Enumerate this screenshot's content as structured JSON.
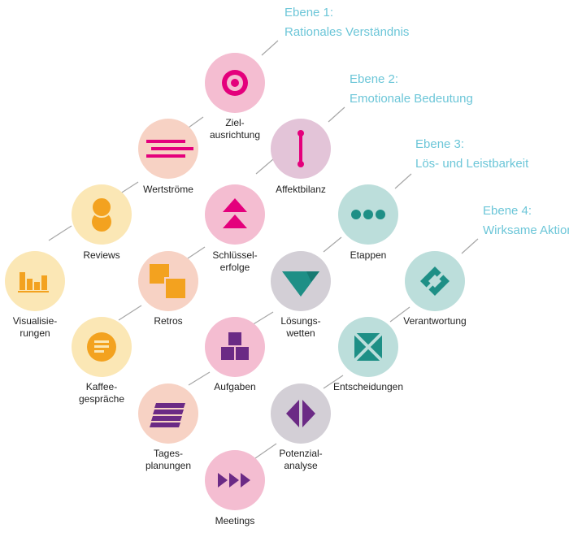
{
  "levels": [
    {
      "title": "Ebene 1:",
      "subtitle": "Rationales Verständnis"
    },
    {
      "title": "Ebene 2:",
      "subtitle": "Emotionale Bedeutung"
    },
    {
      "title": "Ebene 3:",
      "subtitle": "Lös- und Leistbarkeit"
    },
    {
      "title": "Ebene 4:",
      "subtitle": "Wirksame Aktion"
    }
  ],
  "nodes": {
    "zielausrichtung": {
      "line1": "Ziel-",
      "line2": "ausrichtung"
    },
    "wertstroeme": {
      "line1": "Wertströme"
    },
    "reviews": {
      "line1": "Reviews"
    },
    "visualisierungen": {
      "line1": "Visualisie-",
      "line2": "rungen"
    },
    "affektbilanz": {
      "line1": "Affektbilanz"
    },
    "schluesselerfolge": {
      "line1": "Schlüssel-",
      "line2": "erfolge"
    },
    "retros": {
      "line1": "Retros"
    },
    "kaffeegespraeche": {
      "line1": "Kaffee-",
      "line2": "gespräche"
    },
    "etappen": {
      "line1": "Etappen"
    },
    "loesungswetten": {
      "line1": "Lösungs-",
      "line2": "wetten"
    },
    "aufgaben": {
      "line1": "Aufgaben"
    },
    "tagesplanungen": {
      "line1": "Tages-",
      "line2": "planungen"
    },
    "verantwortung": {
      "line1": "Verantwortung"
    },
    "entscheidungen": {
      "line1": "Entscheidungen"
    },
    "potenzialanalyse": {
      "line1": "Potenzial-",
      "line2": "analyse"
    },
    "meetings": {
      "line1": "Meetings"
    }
  },
  "colors": {
    "level_text": "#6cc6d8",
    "connector": "#a6a6a6",
    "magenta": "#e4007c",
    "orange": "#f3a21f",
    "purple": "#6b2a85",
    "teal": "#1e8f86",
    "bg_pink": "#f4bdd1",
    "bg_peach": "#f7d2c4",
    "bg_yellow": "#fbe7b5",
    "bg_mauve": "#e3c4d8",
    "bg_gray": "#d3cfd6",
    "bg_mint": "#bcdedb"
  }
}
